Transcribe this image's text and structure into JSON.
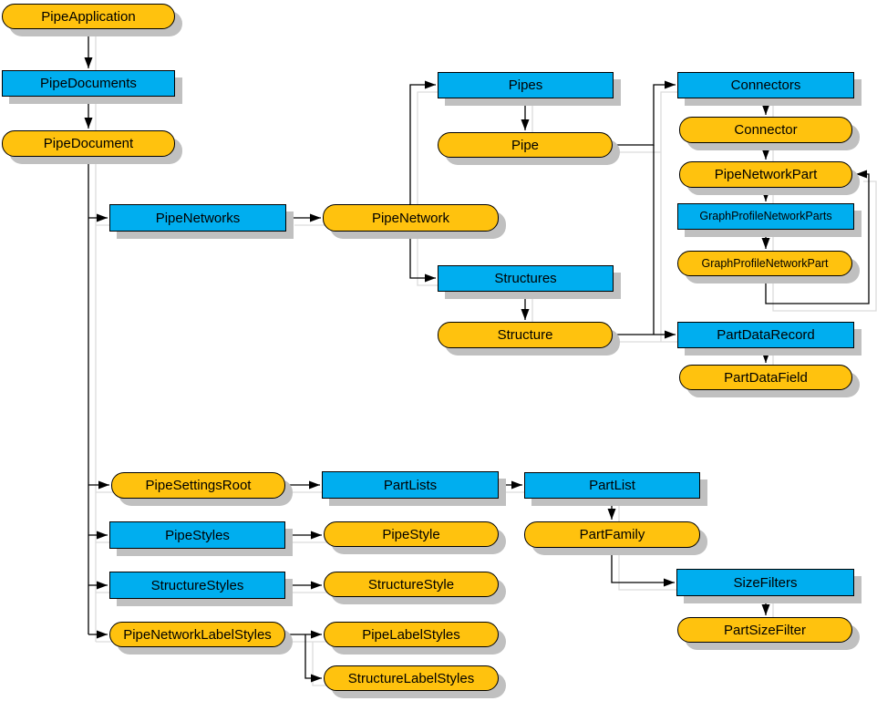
{
  "diagram": {
    "colors": {
      "collection_fill": "#00AEEF",
      "object_fill": "#FFC20E",
      "border": "#000000",
      "box_shadow": "#C0C0C0",
      "line": "#000000",
      "line_shadow": "#DCDCDC",
      "background": "#FFFFFF",
      "text": "#000000"
    },
    "nodes": [
      {
        "id": "pipe-application",
        "label": "PipeApplication",
        "shape": "object-pill"
      },
      {
        "id": "pipe-documents",
        "label": "PipeDocuments",
        "shape": "collection-box"
      },
      {
        "id": "pipe-document",
        "label": "PipeDocument",
        "shape": "object-pill"
      },
      {
        "id": "pipe-networks",
        "label": "PipeNetworks",
        "shape": "collection-box"
      },
      {
        "id": "pipe-network",
        "label": "PipeNetwork",
        "shape": "object-pill"
      },
      {
        "id": "pipes",
        "label": "Pipes",
        "shape": "collection-box"
      },
      {
        "id": "pipe",
        "label": "Pipe",
        "shape": "object-pill"
      },
      {
        "id": "structures",
        "label": "Structures",
        "shape": "collection-box"
      },
      {
        "id": "structure",
        "label": "Structure",
        "shape": "object-pill"
      },
      {
        "id": "connectors",
        "label": "Connectors",
        "shape": "collection-box"
      },
      {
        "id": "connector",
        "label": "Connector",
        "shape": "object-pill"
      },
      {
        "id": "pipe-network-part",
        "label": "PipeNetworkPart",
        "shape": "object-pill"
      },
      {
        "id": "graph-profile-network-parts",
        "label": "GraphProfileNetworkParts",
        "shape": "collection-box"
      },
      {
        "id": "graph-profile-network-part",
        "label": "GraphProfileNetworkPart",
        "shape": "object-pill"
      },
      {
        "id": "part-data-record",
        "label": "PartDataRecord",
        "shape": "collection-box"
      },
      {
        "id": "part-data-field",
        "label": "PartDataField",
        "shape": "object-pill"
      },
      {
        "id": "pipe-settings-root",
        "label": "PipeSettingsRoot",
        "shape": "object-pill"
      },
      {
        "id": "part-lists",
        "label": "PartLists",
        "shape": "collection-box"
      },
      {
        "id": "part-list",
        "label": "PartList",
        "shape": "collection-box"
      },
      {
        "id": "part-family",
        "label": "PartFamily",
        "shape": "object-pill"
      },
      {
        "id": "size-filters",
        "label": "SizeFilters",
        "shape": "collection-box"
      },
      {
        "id": "part-size-filter",
        "label": "PartSizeFilter",
        "shape": "object-pill"
      },
      {
        "id": "pipe-styles",
        "label": "PipeStyles",
        "shape": "collection-box"
      },
      {
        "id": "pipe-style",
        "label": "PipeStyle",
        "shape": "object-pill"
      },
      {
        "id": "structure-styles",
        "label": "StructureStyles",
        "shape": "collection-box"
      },
      {
        "id": "structure-style",
        "label": "StructureStyle",
        "shape": "object-pill"
      },
      {
        "id": "pipe-network-label-styles",
        "label": "PipeNetworkLabelStyles",
        "shape": "object-pill"
      },
      {
        "id": "pipe-label-styles",
        "label": "PipeLabelStyles",
        "shape": "object-pill"
      },
      {
        "id": "structure-label-styles",
        "label": "StructureLabelStyles",
        "shape": "object-pill"
      }
    ],
    "edges": [
      {
        "from": "pipe-application",
        "to": "pipe-documents"
      },
      {
        "from": "pipe-documents",
        "to": "pipe-document"
      },
      {
        "from": "pipe-document",
        "to": "pipe-networks"
      },
      {
        "from": "pipe-document",
        "to": "pipe-settings-root"
      },
      {
        "from": "pipe-document",
        "to": "pipe-styles"
      },
      {
        "from": "pipe-document",
        "to": "structure-styles"
      },
      {
        "from": "pipe-document",
        "to": "pipe-network-label-styles"
      },
      {
        "from": "pipe-networks",
        "to": "pipe-network"
      },
      {
        "from": "pipe-network",
        "to": "pipes"
      },
      {
        "from": "pipe-network",
        "to": "structures"
      },
      {
        "from": "pipes",
        "to": "pipe"
      },
      {
        "from": "structures",
        "to": "structure"
      },
      {
        "from": "pipe",
        "to": "connectors"
      },
      {
        "from": "pipe",
        "to": "part-data-record"
      },
      {
        "from": "structure",
        "to": "connectors"
      },
      {
        "from": "structure",
        "to": "part-data-record"
      },
      {
        "from": "connectors",
        "to": "connector"
      },
      {
        "from": "connector",
        "to": "pipe-network-part"
      },
      {
        "from": "pipe-network-part",
        "to": "graph-profile-network-parts"
      },
      {
        "from": "graph-profile-network-parts",
        "to": "graph-profile-network-part"
      },
      {
        "from": "graph-profile-network-part",
        "to": "pipe-network-part"
      },
      {
        "from": "part-data-record",
        "to": "part-data-field"
      },
      {
        "from": "pipe-settings-root",
        "to": "part-lists"
      },
      {
        "from": "part-lists",
        "to": "part-list"
      },
      {
        "from": "part-list",
        "to": "part-family"
      },
      {
        "from": "part-family",
        "to": "size-filters"
      },
      {
        "from": "size-filters",
        "to": "part-size-filter"
      },
      {
        "from": "pipe-styles",
        "to": "pipe-style"
      },
      {
        "from": "structure-styles",
        "to": "structure-style"
      },
      {
        "from": "pipe-network-label-styles",
        "to": "pipe-label-styles"
      },
      {
        "from": "pipe-network-label-styles",
        "to": "structure-label-styles"
      }
    ]
  }
}
